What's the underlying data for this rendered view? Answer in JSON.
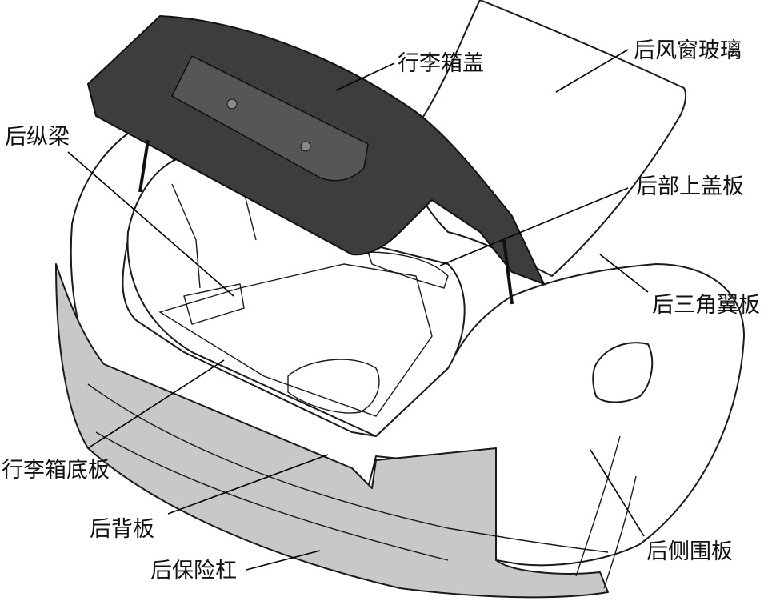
{
  "diagram": {
    "colors": {
      "lid": "#3d3d3d",
      "bumper": "#c8c8c8",
      "line": "#1a1a1a",
      "background": "#ffffff"
    },
    "labels": {
      "trunk_lid": "行李箱盖",
      "rear_windshield": "后风窗玻璃",
      "rear_longitudinal_beam": "后纵梁",
      "rear_upper_cover_panel": "后部上盖板",
      "rear_quarter_panel_triangle": "后三角翼板",
      "trunk_floor_panel": "行李箱底板",
      "rear_back_panel": "后背板",
      "rear_bumper": "后保险杠",
      "rear_side_panel": "后侧围板"
    }
  }
}
